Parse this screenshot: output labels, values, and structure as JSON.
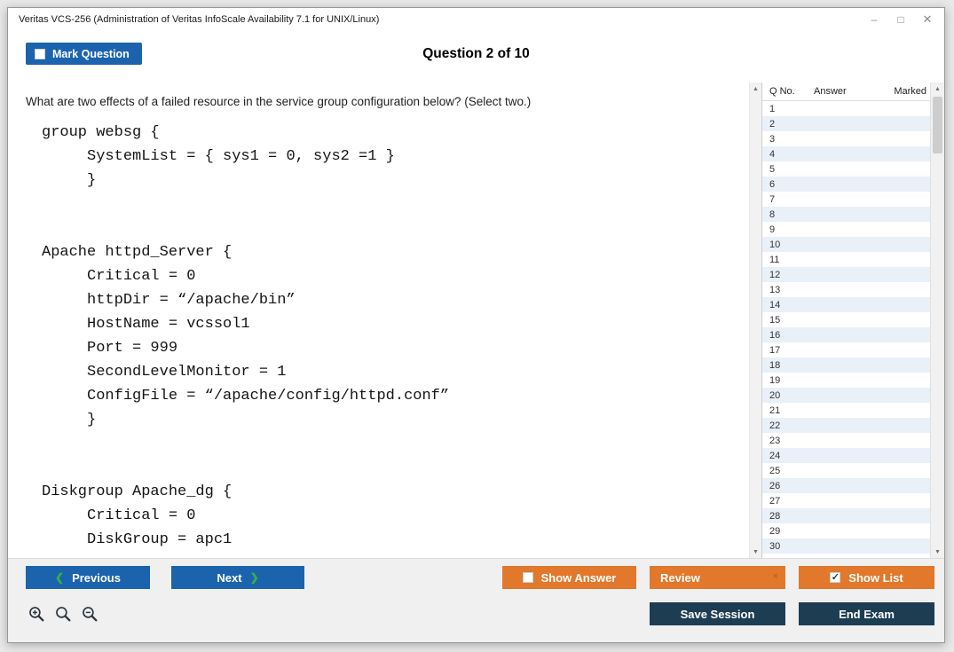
{
  "window": {
    "title": "Veritas VCS-256 (Administration of Veritas InfoScale Availability 7.1 for UNIX/Linux)",
    "controls": {
      "minimize": "–",
      "maximize": "□",
      "close": "✕"
    }
  },
  "header": {
    "mark_question": "Mark Question",
    "question_counter": "Question 2 of 10"
  },
  "question": {
    "prompt": "What are two effects of a failed resource in the service group configuration below? (Select two.)",
    "code": "group websg {\n     SystemList = { sys1 = 0, sys2 =1 }\n     }\n\n\nApache httpd_Server {\n     Critical = 0\n     httpDir = “/apache/bin”\n     HostName = vcssol1\n     Port = 999\n     SecondLevelMonitor = 1\n     ConfigFile = “/apache/config/httpd.conf”\n     }\n\n\nDiskgroup Apache_dg {\n     Critical = 0\n     DiskGroup = apc1"
  },
  "question_list": {
    "headers": {
      "qno": "Q No.",
      "answer": "Answer",
      "marked": "Marked"
    },
    "rows": [
      1,
      2,
      3,
      4,
      5,
      6,
      7,
      8,
      9,
      10,
      11,
      12,
      13,
      14,
      15,
      16,
      17,
      18,
      19,
      20,
      21,
      22,
      23,
      24,
      25,
      26,
      27,
      28,
      29,
      30
    ]
  },
  "footer": {
    "previous": "Previous",
    "next": "Next",
    "show_answer": "Show Answer",
    "review": "Review",
    "show_list": "Show List",
    "save_session": "Save Session",
    "end_exam": "End Exam"
  },
  "icons": {
    "chevron_left": "❮",
    "chevron_right": "❯",
    "check": "✓",
    "scroll_up": "▲",
    "scroll_down": "▼",
    "review_x": "×"
  },
  "colors": {
    "button_blue": "#1c63ae",
    "button_orange": "#e1782b",
    "button_navy": "#1d3d53",
    "chevron_green": "#35b04a",
    "row_stripe": "#e9f0f8"
  }
}
